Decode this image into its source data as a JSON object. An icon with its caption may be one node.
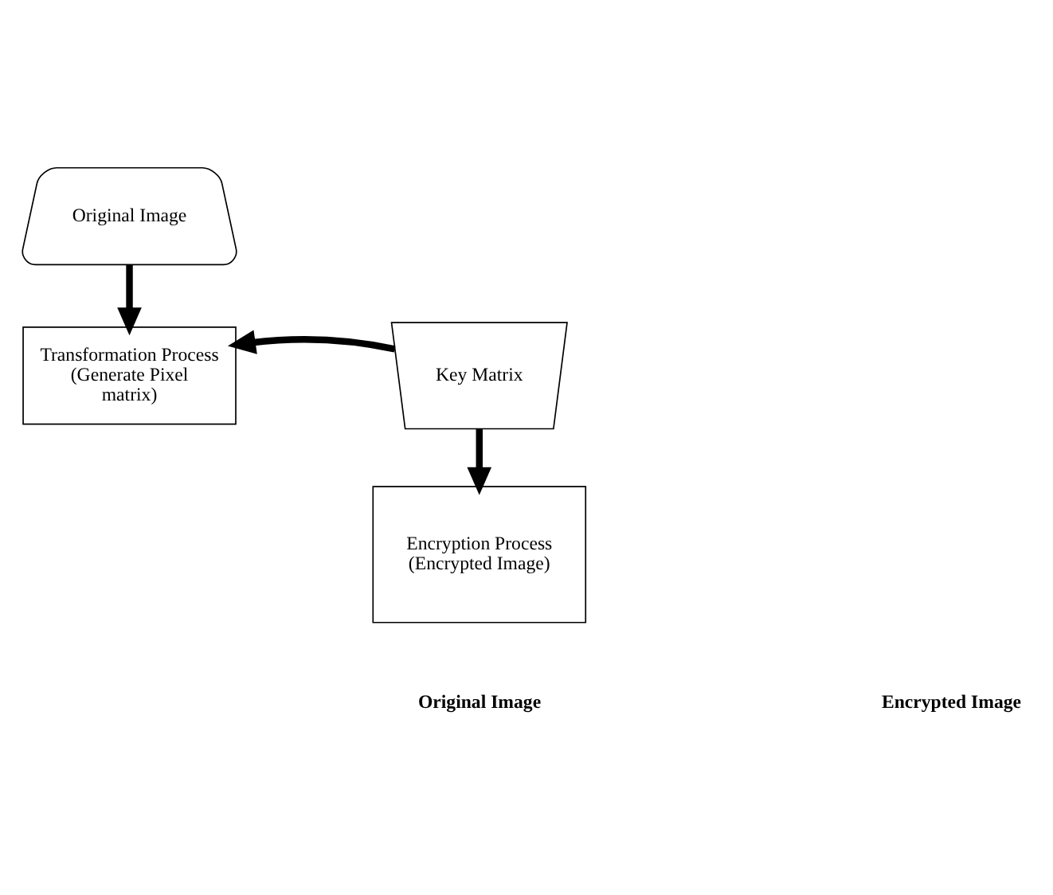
{
  "diagram": {
    "nodes": [
      {
        "text": [
          "Original Image"
        ]
      },
      {
        "text": [
          "Transformation Process (Generate Pixel matrix)"
        ]
      },
      {
        "text": [
          "Key Matrix"
        ]
      },
      {
        "text": [
          "Encryption Process (Encrypted Image)"
        ]
      }
    ],
    "edges": [
      {
        "from": 0,
        "to": 1,
        "arrow": "to"
      },
      {
        "from": 2,
        "to": 1,
        "arrow": "to"
      },
      {
        "from": 2,
        "to": 3,
        "arrow": "to"
      }
    ],
    "labels": [
      "Original Image",
      "Encrypted Image"
    ]
  }
}
